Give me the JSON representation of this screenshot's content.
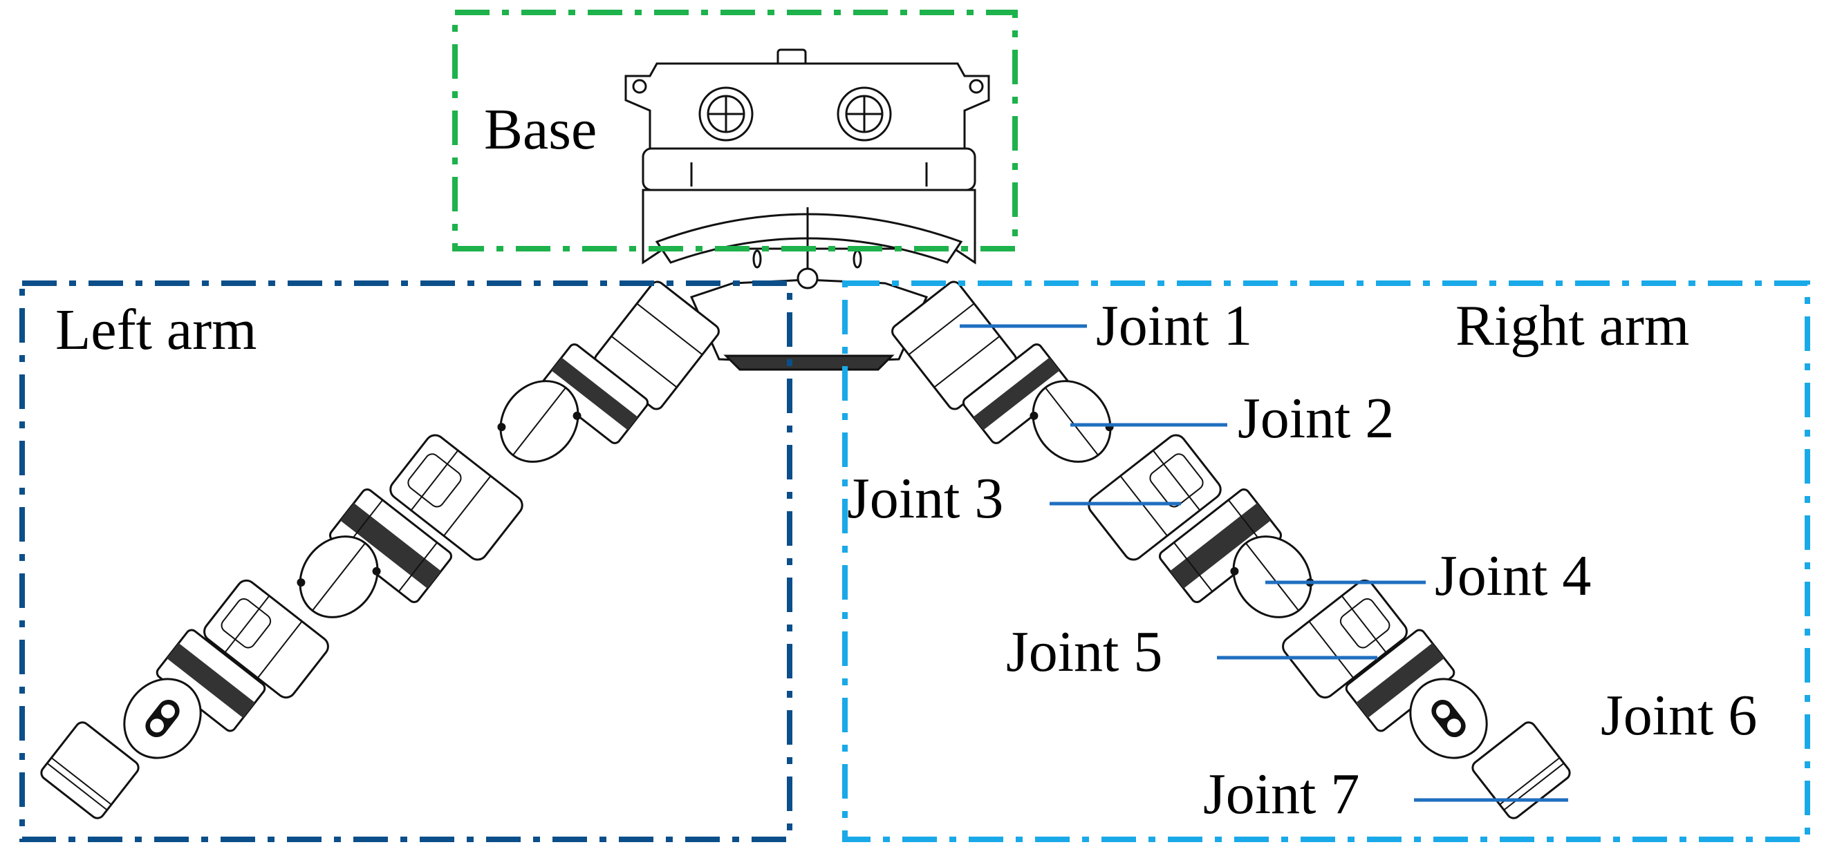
{
  "regions": {
    "base": {
      "label": "Base",
      "color": "#1db24b"
    },
    "left_arm": {
      "label": "Left arm",
      "color": "#0b4f8a"
    },
    "right_arm": {
      "label": "Right arm",
      "color": "#1aa9e8"
    }
  },
  "joints": [
    {
      "label": "Joint 1"
    },
    {
      "label": "Joint 2"
    },
    {
      "label": "Joint 3"
    },
    {
      "label": "Joint 4"
    },
    {
      "label": "Joint 5"
    },
    {
      "label": "Joint 6"
    },
    {
      "label": "Joint 7"
    }
  ],
  "leader_color": "#1f6fc0"
}
